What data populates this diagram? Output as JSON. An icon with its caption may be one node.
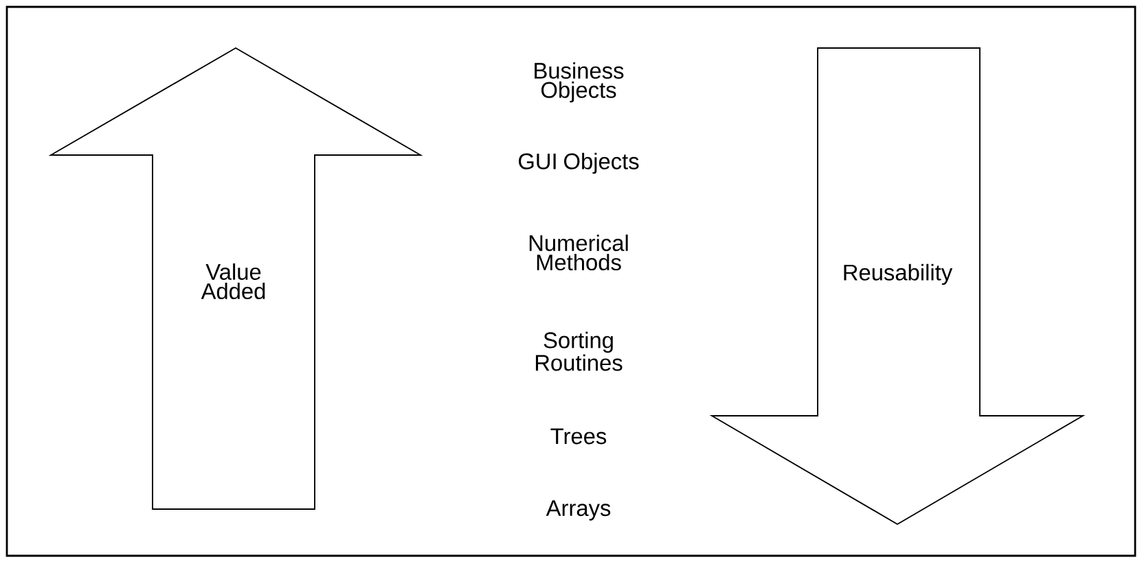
{
  "diagram": {
    "nodes": [
      {
        "text": [
          "Value Added"
        ]
      },
      {
        "text": [
          "Reusability"
        ]
      }
    ],
    "labels": [
      "Business Objects",
      "GUI Objects",
      "Numerical Methods",
      "Sorting Routines",
      "Trees",
      "Arrays"
    ]
  }
}
